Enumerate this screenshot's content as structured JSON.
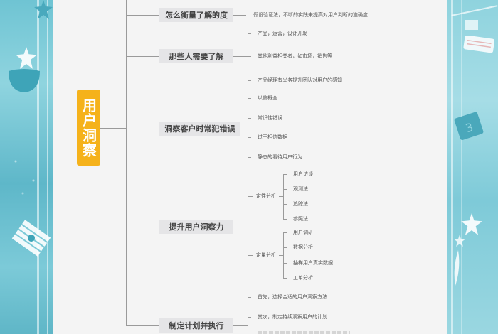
{
  "mindmap": {
    "root": {
      "label": "用户洞察",
      "color": "#f5b21b"
    },
    "branches": [
      {
        "label": "怎么衡量了解的度",
        "children": [
          {
            "label": "假设验证法，不断的实践来提高对用户判断的准确度"
          }
        ]
      },
      {
        "label": "那些人需要了解",
        "children": [
          {
            "label": "产品，运营，设计开发"
          },
          {
            "label": "其他利益相关者，如市场，销售等"
          },
          {
            "label": "产品经理有义务提升团队对用户的感知"
          }
        ]
      },
      {
        "label": "洞察客户时常犯错误",
        "children": [
          {
            "label": "以偏概全"
          },
          {
            "label": "常识性错误"
          },
          {
            "label": "过于相信数据"
          },
          {
            "label": "静态的看待用户行为"
          }
        ]
      },
      {
        "label": "提升用户洞察力",
        "children": [
          {
            "label": "定性分析",
            "children": [
              {
                "label": "用户访谈"
              },
              {
                "label": "观测法"
              },
              {
                "label": "追踪法"
              },
              {
                "label": "参照法"
              }
            ]
          },
          {
            "label": "定量分析",
            "children": [
              {
                "label": "用户调研"
              },
              {
                "label": "数据分析"
              },
              {
                "label": "抽样用户真实数据"
              },
              {
                "label": "工单分析"
              }
            ]
          }
        ]
      },
      {
        "label": "制定计划并执行",
        "children": [
          {
            "label": "首先，选择合适的用户洞察方法"
          },
          {
            "label": "其次，制定持续洞察用户的计划"
          }
        ]
      }
    ]
  },
  "colors": {
    "panel_bg": "#f4f4f4",
    "node_bg": "#e5e5e7",
    "line": "#9a9a9a",
    "side_teal": "#6fc4d3"
  },
  "decor": {
    "right_panel_badge": "3"
  }
}
